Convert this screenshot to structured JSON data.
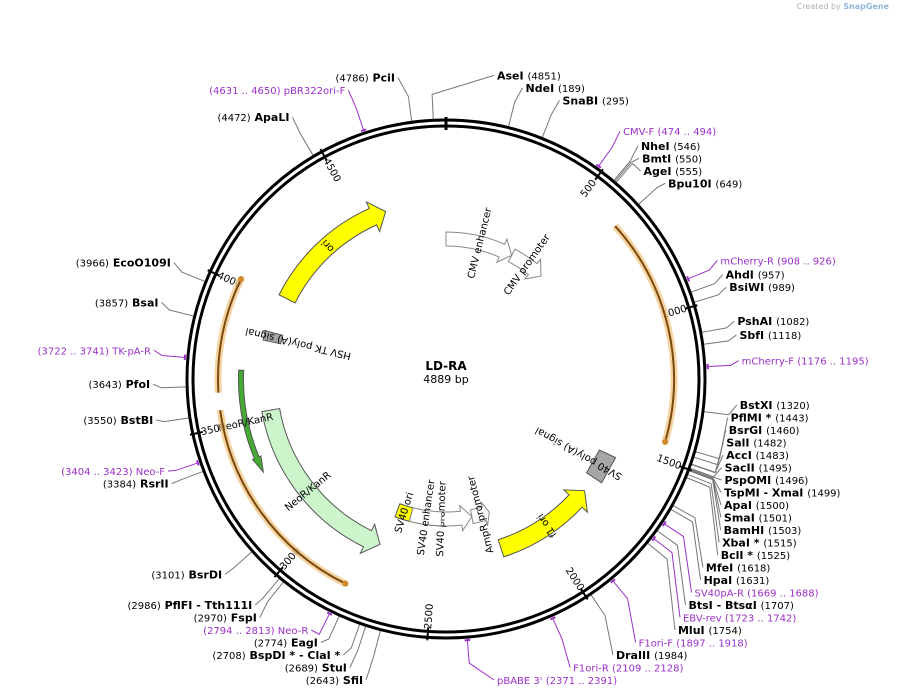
{
  "credit": {
    "prefix": "Created by",
    "brand": "SnapGene"
  },
  "plasmid": {
    "name": "LD-RA",
    "size_label": "4889 bp",
    "length": 4889
  },
  "colors": {
    "primer": "#9b30c7",
    "ori": "#ffff00",
    "resistance": "#ccf5cc",
    "orf": "#e8a646",
    "polya": "#a6a6a6",
    "promoter": "#ffffff"
  },
  "ticks": [
    500,
    1000,
    1500,
    2000,
    2500,
    3000,
    3500,
    4000,
    4500
  ],
  "enzymes": [
    {
      "name": "PciI",
      "pos": "(4786)",
      "at": 4786,
      "side": "left"
    },
    {
      "name": "AseI",
      "pos": "(4851)",
      "at": 4851,
      "side": "right"
    },
    {
      "name": "NdeI",
      "pos": "(189)",
      "at": 189,
      "side": "right"
    },
    {
      "name": "SnaBI",
      "pos": "(295)",
      "at": 295,
      "side": "right"
    },
    {
      "name": "NheI",
      "pos": "(546)",
      "at": 546,
      "side": "right"
    },
    {
      "name": "BmtI",
      "pos": "(550)",
      "at": 550,
      "side": "right"
    },
    {
      "name": "AgeI",
      "pos": "(555)",
      "at": 555,
      "side": "right"
    },
    {
      "name": "Bpu10I",
      "pos": "(649)",
      "at": 649,
      "side": "right"
    },
    {
      "name": "AhdI",
      "pos": "(957)",
      "at": 957,
      "side": "right"
    },
    {
      "name": "BsiWI",
      "pos": "(989)",
      "at": 989,
      "side": "right"
    },
    {
      "name": "PshAI",
      "pos": "(1082)",
      "at": 1082,
      "side": "right"
    },
    {
      "name": "SbfI",
      "pos": "(1118)",
      "at": 1118,
      "side": "right"
    },
    {
      "name": "BstXI",
      "pos": "(1320)",
      "at": 1320,
      "side": "right"
    },
    {
      "name": "PflMI *",
      "pos": "(1443)",
      "at": 1443,
      "side": "right"
    },
    {
      "name": "BsrGI",
      "pos": "(1460)",
      "at": 1460,
      "side": "right"
    },
    {
      "name": "SalI",
      "pos": "(1482)",
      "at": 1482,
      "side": "right"
    },
    {
      "name": "AccI",
      "pos": "(1483)",
      "at": 1483,
      "side": "right"
    },
    {
      "name": "SacII",
      "pos": "(1495)",
      "at": 1495,
      "side": "right"
    },
    {
      "name": "PspOMI",
      "pos": "(1496)",
      "at": 1496,
      "side": "right"
    },
    {
      "name": "TspMI  - XmaI",
      "pos": "(1499)",
      "at": 1499,
      "side": "right"
    },
    {
      "name": "ApaI",
      "pos": "(1500)",
      "at": 1500,
      "side": "right"
    },
    {
      "name": "SmaI",
      "pos": "(1501)",
      "at": 1501,
      "side": "right"
    },
    {
      "name": "BamHI",
      "pos": "(1503)",
      "at": 1503,
      "side": "right"
    },
    {
      "name": "XbaI *",
      "pos": "(1515)",
      "at": 1515,
      "side": "right"
    },
    {
      "name": "BclI *",
      "pos": "(1525)",
      "at": 1525,
      "side": "right"
    },
    {
      "name": "MfeI",
      "pos": "(1618)",
      "at": 1618,
      "side": "right"
    },
    {
      "name": "HpaI",
      "pos": "(1631)",
      "at": 1631,
      "side": "right"
    },
    {
      "name": "BtsI  - BtsαI",
      "pos": "(1707)",
      "at": 1707,
      "side": "right"
    },
    {
      "name": "MluI",
      "pos": "(1754)",
      "at": 1754,
      "side": "right"
    },
    {
      "name": "DraIII",
      "pos": "(1984)",
      "at": 1984,
      "side": "right"
    },
    {
      "name": "SfiI",
      "pos": "(2643)",
      "at": 2643,
      "side": "left"
    },
    {
      "name": "StuI",
      "pos": "(2689)",
      "at": 2689,
      "side": "left"
    },
    {
      "name": "BspDI *  - ClaI *",
      "pos": "(2708)",
      "at": 2708,
      "side": "left"
    },
    {
      "name": "EagI",
      "pos": "(2774)",
      "at": 2774,
      "side": "left"
    },
    {
      "name": "FspI",
      "pos": "(2970)",
      "at": 2970,
      "side": "left"
    },
    {
      "name": "PflFI  - Tth111I",
      "pos": "(2986)",
      "at": 2986,
      "side": "left"
    },
    {
      "name": "BsrDI",
      "pos": "(3101)",
      "at": 3101,
      "side": "left"
    },
    {
      "name": "RsrII",
      "pos": "(3384)",
      "at": 3384,
      "side": "left"
    },
    {
      "name": "BstBI",
      "pos": "(3550)",
      "at": 3550,
      "side": "left"
    },
    {
      "name": "PfoI",
      "pos": "(3643)",
      "at": 3643,
      "side": "left"
    },
    {
      "name": "BsaI",
      "pos": "(3857)",
      "at": 3857,
      "side": "left"
    },
    {
      "name": "EcoO109I",
      "pos": "(3966)",
      "at": 3966,
      "side": "left"
    },
    {
      "name": "ApaLI",
      "pos": "(4472)",
      "at": 4472,
      "side": "left"
    }
  ],
  "primers": [
    {
      "name": "pBR322ori-F",
      "range": "(4631 .. 4650)",
      "at": 4640,
      "side": "left"
    },
    {
      "name": "CMV-F",
      "range": "(474 .. 494)",
      "at": 484,
      "side": "right"
    },
    {
      "name": "mCherry-R",
      "range": "(908 .. 926)",
      "at": 917,
      "side": "right"
    },
    {
      "name": "mCherry-F",
      "range": "(1176 .. 1195)",
      "at": 1185,
      "side": "right"
    },
    {
      "name": "SV40pA-R",
      "range": "(1669 .. 1688)",
      "at": 1678,
      "side": "right"
    },
    {
      "name": "EBV-rev",
      "range": "(1723 .. 1742)",
      "at": 1732,
      "side": "right"
    },
    {
      "name": "F1ori-F",
      "range": "(1897 .. 1918)",
      "at": 1907,
      "side": "right"
    },
    {
      "name": "F1ori-R",
      "range": "(2109 .. 2128)",
      "at": 2118,
      "side": "right"
    },
    {
      "name": "pBABE 3'",
      "range": "(2371 .. 2391)",
      "at": 2381,
      "side": "right"
    },
    {
      "name": "Neo-R",
      "range": "(2794 .. 2813)",
      "at": 2803,
      "side": "left"
    },
    {
      "name": "Neo-F",
      "range": "(3404 .. 3423)",
      "at": 3413,
      "side": "left"
    },
    {
      "name": "TK-pA-R",
      "range": "(3722 .. 3741)",
      "at": 3731,
      "side": "left"
    }
  ],
  "features": [
    {
      "label": "ori",
      "start": 4030,
      "end": 4620,
      "kind": "ori",
      "dir": 1,
      "ring": 2
    },
    {
      "label": "CMV enhancer",
      "start": 0,
      "end": 380,
      "kind": "promoter",
      "dir": 1,
      "ring": 3
    },
    {
      "label": "CMV promoter",
      "start": 380,
      "end": 580,
      "kind": "promoter",
      "dir": 1,
      "ring": 3
    },
    {
      "label": "",
      "start": 650,
      "end": 1440,
      "kind": "orf",
      "dir": 1,
      "ring": 0
    },
    {
      "label": "SV40 poly(A) signal",
      "start": 1560,
      "end": 1680,
      "kind": "polya",
      "dir": 0,
      "ring": 2
    },
    {
      "label": "f1 ori",
      "start": 1750,
      "end": 2200,
      "kind": "ori",
      "dir": -1,
      "ring": 2
    },
    {
      "label": "AmpR promoter",
      "start": 2200,
      "end": 2300,
      "kind": "promoter",
      "dir": -1,
      "ring": 3
    },
    {
      "label": "SV40 promoter",
      "start": 2300,
      "end": 2640,
      "kind": "promoter",
      "dir": -1,
      "ring": 3
    },
    {
      "label": "SV40 ori",
      "start": 2640,
      "end": 2720,
      "kind": "ori",
      "dir": 0,
      "ring": 3
    },
    {
      "label": "SV40 enhancer",
      "start": 2470,
      "end": 2640,
      "kind": "promoter",
      "dir": 0,
      "ring": 3
    },
    {
      "label": "NeoR/KanR",
      "start": 2740,
      "end": 3530,
      "kind": "resistance",
      "dir": -1,
      "ring": 2
    },
    {
      "label": "NeoR/KanR",
      "start": 3300,
      "end": 3700,
      "kind": "resistance",
      "dir": -1,
      "ring": 1
    },
    {
      "label": "",
      "start": 2800,
      "end": 3560,
      "kind": "orf",
      "dir": -1,
      "ring": 0
    },
    {
      "label": "",
      "start": 3620,
      "end": 4020,
      "kind": "orf",
      "dir": 1,
      "ring": 0
    },
    {
      "label": "HSV TK poly(A) signal",
      "start": 3830,
      "end": 3870,
      "kind": "polya",
      "dir": 0,
      "ring": 2
    }
  ]
}
